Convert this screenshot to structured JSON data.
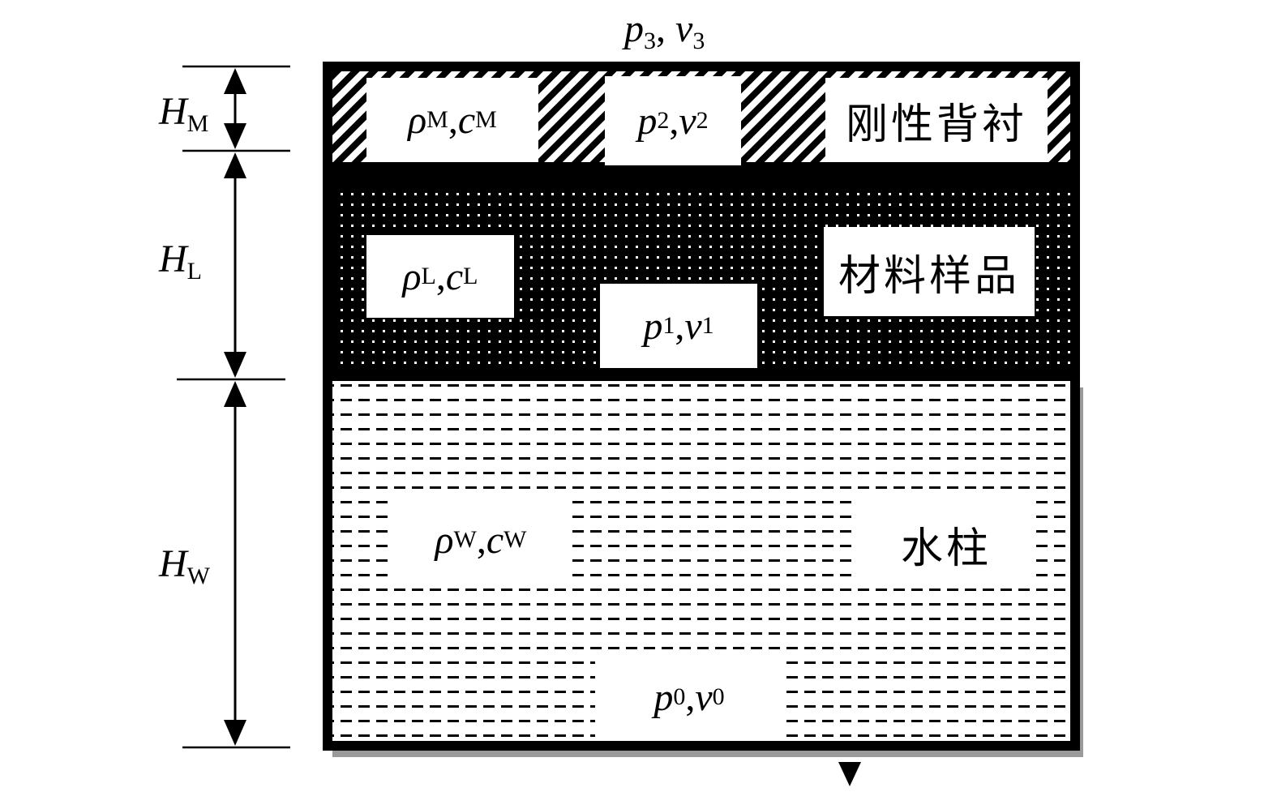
{
  "dimensions": {
    "H_M": {
      "sym": "H",
      "sub": "M"
    },
    "H_L": {
      "sym": "H",
      "sub": "L"
    },
    "H_W": {
      "sym": "H",
      "sub": "W"
    }
  },
  "top_label": {
    "p": "p",
    "p_sub": "3",
    "sep": ", ",
    "v": "v",
    "v_sub": "3"
  },
  "layers": {
    "backing": {
      "name": "刚性背衬",
      "props": {
        "rho": "ρ",
        "rho_sub": "M",
        "sep": ", ",
        "c": "c",
        "c_sub": "M"
      },
      "state": {
        "p": "p",
        "p_sub": "2",
        "sep": ", ",
        "v": "v",
        "v_sub": "2"
      }
    },
    "sample": {
      "name": "材料样品",
      "props": {
        "rho": "ρ",
        "rho_sub": "L",
        "sep": ", ",
        "c": "c",
        "c_sub": "L"
      },
      "state": {
        "p": "p",
        "p_sub": "1",
        "sep": ", ",
        "v": "v",
        "v_sub": "1"
      }
    },
    "water": {
      "name": "水柱",
      "props": {
        "rho": "ρ",
        "rho_sub": "W",
        "sep": ", ",
        "c": "c",
        "c_sub": "W"
      },
      "state": {
        "p": "p",
        "p_sub": "0",
        "sep": ", ",
        "v": "v",
        "v_sub": "0"
      }
    }
  },
  "colors": {
    "ink": "#000000",
    "paper": "#ffffff",
    "shadow": "#9a9a9a"
  }
}
